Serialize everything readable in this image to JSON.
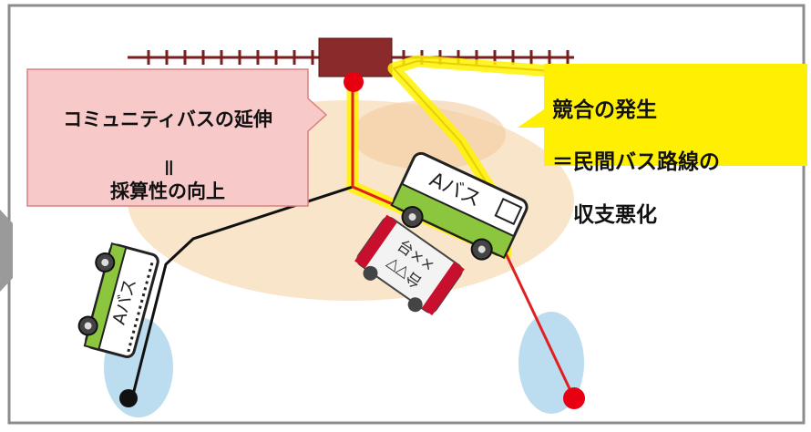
{
  "callouts": {
    "community_bus": {
      "line1": "コミュニティバスの延伸",
      "line2": "＝",
      "line3": "採算性の向上"
    },
    "competition": {
      "line1": "競合の発生",
      "line2": "＝民間バス路線の",
      "line3": "　収支悪化"
    }
  },
  "buses": {
    "bus_a_upper": {
      "label": "Aバス"
    },
    "bus_a_lower": {
      "label": "Aバス"
    },
    "bus_private": {
      "label_top": "台××",
      "label_bottom": "台▽▽"
    }
  },
  "colors": {
    "frame": "#8c8c8c",
    "track": "#7a1e1e",
    "station": "#8b2a2a",
    "highlight": "#fff200",
    "catchment": "#f7ddb8",
    "stop_zone": "#bcdcef",
    "pink_callout": "#f8c9c9",
    "yellow_callout": "#ffef00",
    "community_route": "#111111",
    "private_route": "#e02020"
  }
}
